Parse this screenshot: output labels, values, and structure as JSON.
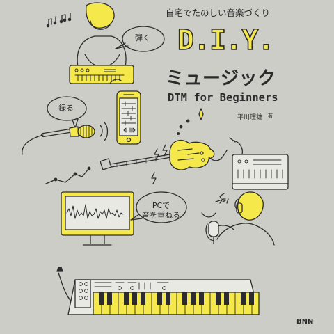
{
  "cover": {
    "subtitle": "自宅でたのしい音楽づくり",
    "title_en": "D.I.Y.",
    "title_jp": "ミュージック",
    "title_dtm": "DTM for Beginners",
    "author": "平川理雄",
    "author_role": "著",
    "publisher": "BNN",
    "background_color": "#cdcdc8",
    "accent_color": "#f4e84a"
  },
  "bubbles": {
    "play": "弾く",
    "record": "録る",
    "pc_line1": "PCで",
    "pc_line2": "音を重ねる"
  }
}
